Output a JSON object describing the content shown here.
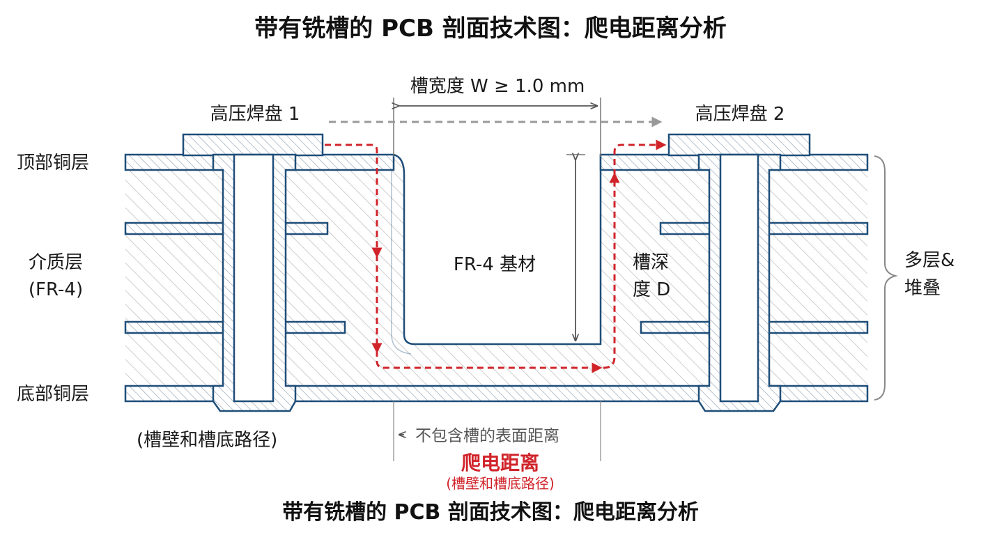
{
  "title_top": "带有铣槽的 PCB 剖面技术图：爬电距离分析",
  "title_bottom": "带有铣槽的 PCB 剖面技术图：爬电距离分析",
  "labels": {
    "pad1": "高压焊盘 1",
    "pad2": "高压焊盘 2",
    "top_copper": "顶部铜层",
    "bottom_copper": "底部铜层",
    "dielectric_line1": "介质层",
    "dielectric_line2": "(FR-4)",
    "substrate": "FR-4 基材",
    "depth_line1": "槽深",
    "depth_line2": "度 D",
    "multilayer_line1": "多层&",
    "multilayer_line2": "堆叠",
    "slot_width": "槽宽度 W ≥ 1.0 mm",
    "surface_distance": "不包含槽的表面距离",
    "path_note_left": "(槽壁和槽底路径)",
    "creepage": "爬电距离",
    "creepage_sub": "(槽壁和槽底路径)"
  },
  "colors": {
    "copper_outline": "#1f4e79",
    "creepage_path": "#d0242a",
    "surface_path": "#999999",
    "text": "#1a1a1a"
  }
}
